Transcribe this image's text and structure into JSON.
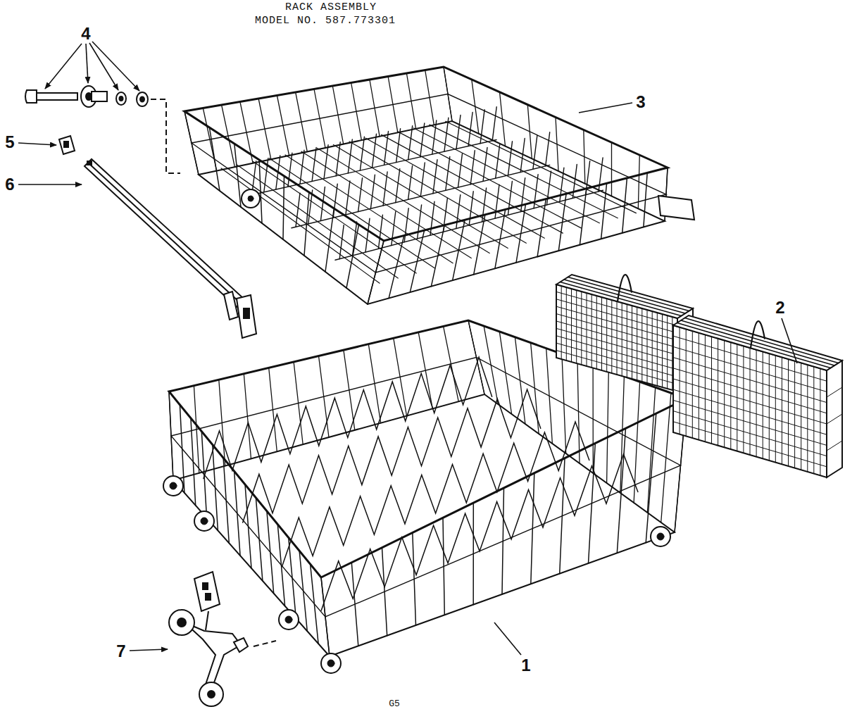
{
  "diagram": {
    "title": "RACK ASSEMBLY",
    "labels": [
      "MODEL NO. 587.773301",
      "4",
      "5",
      "6",
      "3",
      "2",
      "7",
      "1",
      "G5"
    ]
  }
}
